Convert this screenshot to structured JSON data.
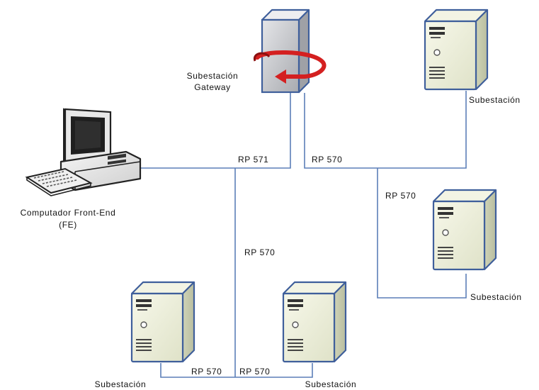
{
  "nodes": {
    "gateway": {
      "label_line1": "Subestación",
      "label_line2": "Gateway"
    },
    "front_end": {
      "label_line1": "Computador Front-End",
      "label_line2": "(FE)"
    },
    "sub_top_right": {
      "label": "Subestación"
    },
    "sub_mid_right": {
      "label": "Subestación"
    },
    "sub_bottom_left": {
      "label": "Subestación"
    },
    "sub_bottom_mid": {
      "label": "Subestación"
    }
  },
  "links": {
    "fe_to_gateway": "RP 571",
    "gateway_to_right": "RP 570",
    "right_branch": "RP 570",
    "bus_vertical": "RP 570",
    "bottom_left": "RP 570",
    "bottom_mid": "RP 570"
  },
  "colors": {
    "connector": "#5b7fb8",
    "server_face": "#ecefd9",
    "server_outline": "#3f5f9b",
    "gateway_body": "#c8c9cc",
    "gateway_arrow": "#d42020"
  },
  "icons": [
    "server-icon",
    "gateway-server-icon",
    "desktop-computer-icon"
  ]
}
